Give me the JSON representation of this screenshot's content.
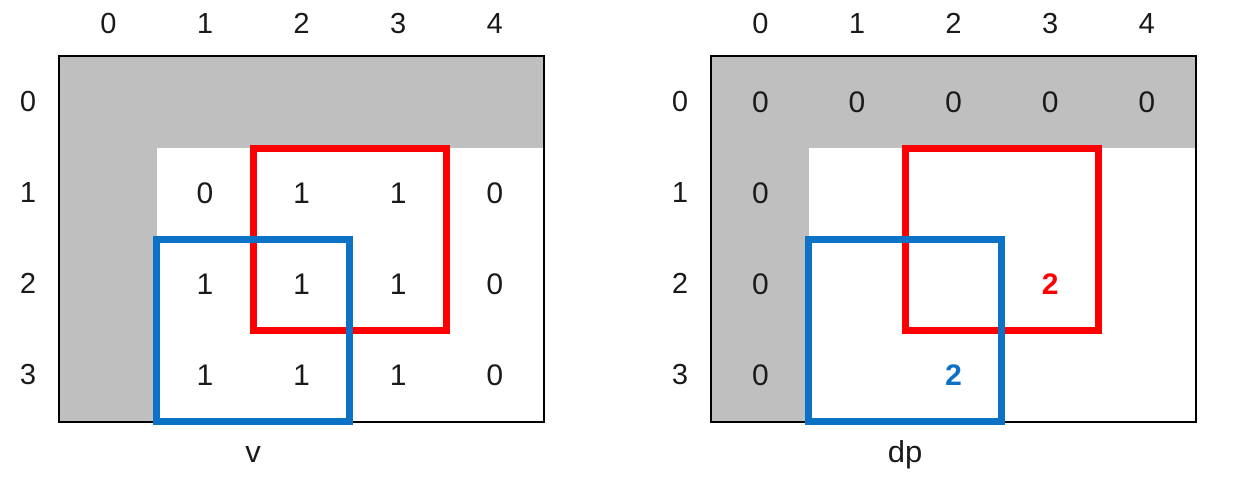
{
  "colors": {
    "grid_line": "#000000",
    "gray_fill": "#BFBFBF",
    "red": "#FF0000",
    "blue": "#0B72C6",
    "text": "#1a1a1a"
  },
  "grids": [
    {
      "caption": "v",
      "col_headers": [
        "0",
        "1",
        "2",
        "3",
        "4"
      ],
      "row_headers": [
        "0",
        "1",
        "2",
        "3"
      ],
      "cells": [
        [
          {
            "bg": "gray"
          },
          {
            "bg": "gray"
          },
          {
            "bg": "gray"
          },
          {
            "bg": "gray"
          },
          {
            "bg": "gray"
          }
        ],
        [
          {
            "bg": "gray"
          },
          {
            "v": "0"
          },
          {
            "v": "1"
          },
          {
            "v": "1"
          },
          {
            "v": "0"
          }
        ],
        [
          {
            "bg": "gray"
          },
          {
            "v": "1"
          },
          {
            "v": "1"
          },
          {
            "v": "1"
          },
          {
            "v": "0"
          }
        ],
        [
          {
            "bg": "gray"
          },
          {
            "v": "1"
          },
          {
            "v": "1"
          },
          {
            "v": "1"
          },
          {
            "v": "0"
          }
        ]
      ],
      "overlays": [
        {
          "color": "red",
          "row": 1,
          "col": 2,
          "row_span": 2,
          "col_span": 2
        },
        {
          "color": "blue",
          "row": 2,
          "col": 1,
          "row_span": 2,
          "col_span": 2
        }
      ]
    },
    {
      "caption": "dp",
      "col_headers": [
        "0",
        "1",
        "2",
        "3",
        "4"
      ],
      "row_headers": [
        "0",
        "1",
        "2",
        "3"
      ],
      "cells": [
        [
          {
            "v": "0",
            "bg": "gray"
          },
          {
            "v": "0",
            "bg": "gray"
          },
          {
            "v": "0",
            "bg": "gray"
          },
          {
            "v": "0",
            "bg": "gray"
          },
          {
            "v": "0",
            "bg": "gray"
          }
        ],
        [
          {
            "v": "0",
            "bg": "gray"
          },
          {},
          {},
          {},
          {}
        ],
        [
          {
            "v": "0",
            "bg": "gray"
          },
          {},
          {},
          {
            "v": "2",
            "fg": "red",
            "bold": true
          },
          {}
        ],
        [
          {
            "v": "0",
            "bg": "gray"
          },
          {},
          {
            "v": "2",
            "fg": "blue",
            "bold": true
          },
          {},
          {}
        ]
      ],
      "overlays": [
        {
          "color": "red",
          "row": 1,
          "col": 2,
          "row_span": 2,
          "col_span": 2
        },
        {
          "color": "blue",
          "row": 2,
          "col": 1,
          "row_span": 2,
          "col_span": 2
        }
      ]
    }
  ]
}
